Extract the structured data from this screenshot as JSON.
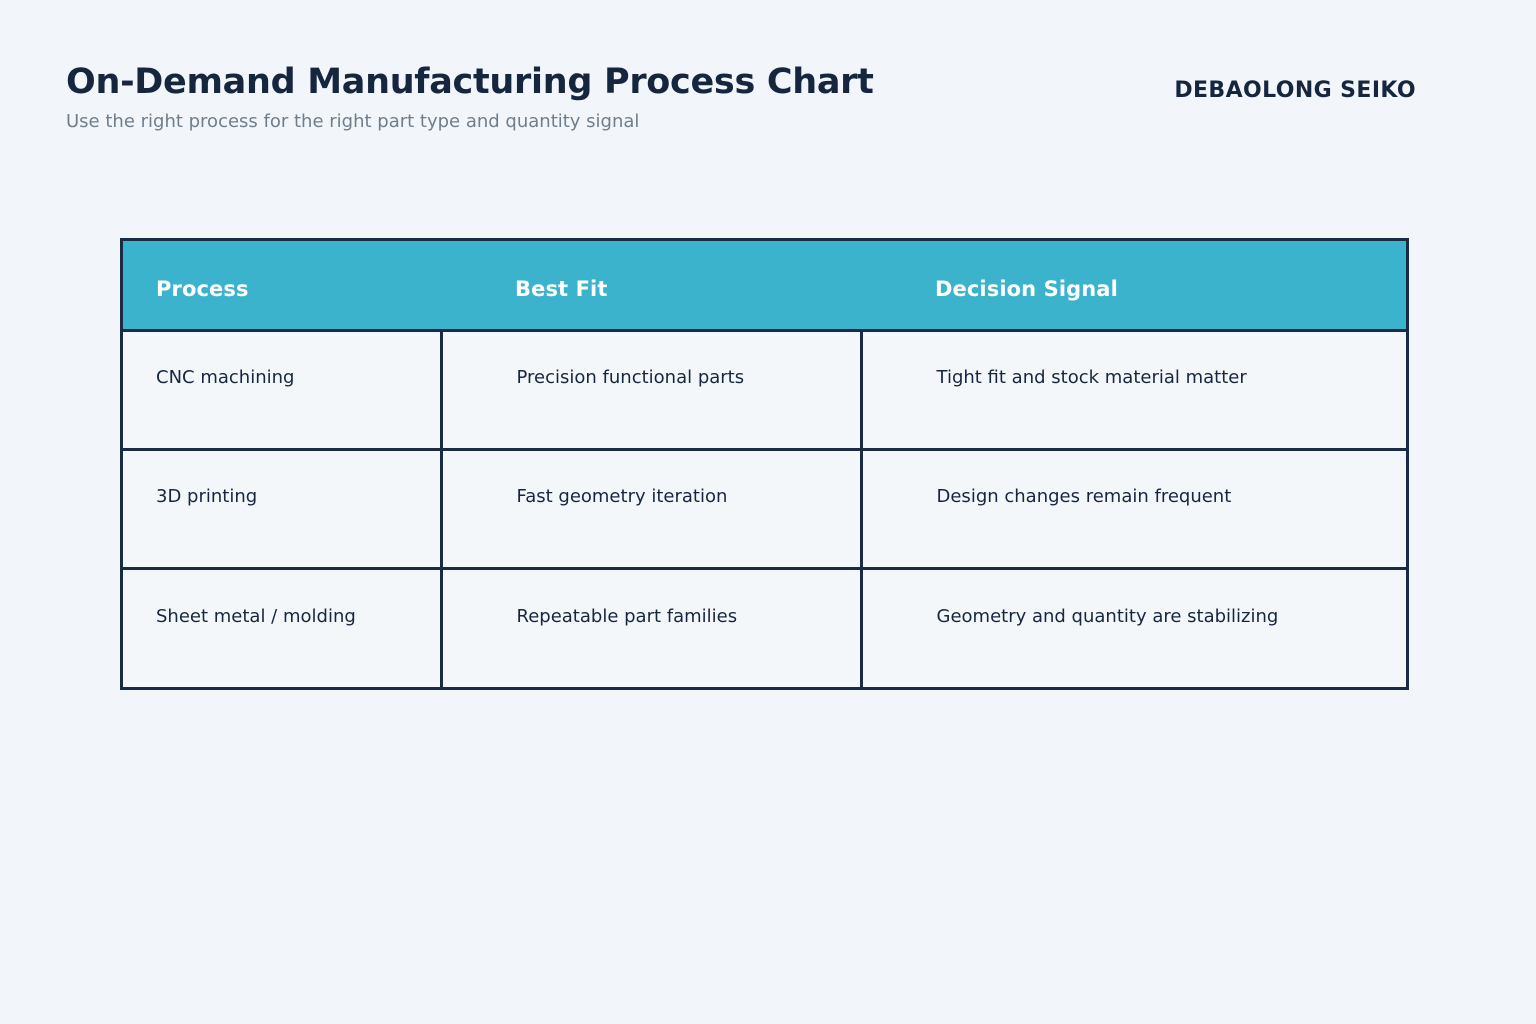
{
  "header": {
    "title": "On-Demand Manufacturing Process Chart",
    "subtitle": "Use the right process for the right part type and quantity signal",
    "brand": "DEBAOLONG SEIKO"
  },
  "colors": {
    "page_background": "#f2f6fa",
    "table_border": "#1a2b45",
    "header_accent": "#3bb3cc",
    "header_text": "#ffffff",
    "body_text": "#17263f",
    "subtitle_text": "#707e8c",
    "cell_background": "#f4f7fa"
  },
  "table": {
    "columns": [
      "Process",
      "Best Fit",
      "Decision Signal"
    ],
    "rows": [
      {
        "process": "CNC machining",
        "best_fit": "Precision functional parts",
        "decision_signal": "Tight fit and stock material matter"
      },
      {
        "process": "3D printing",
        "best_fit": "Fast geometry iteration",
        "decision_signal": "Design changes remain frequent"
      },
      {
        "process": "Sheet metal / molding",
        "best_fit": "Repeatable part families",
        "decision_signal": "Geometry and quantity are stabilizing"
      }
    ]
  }
}
